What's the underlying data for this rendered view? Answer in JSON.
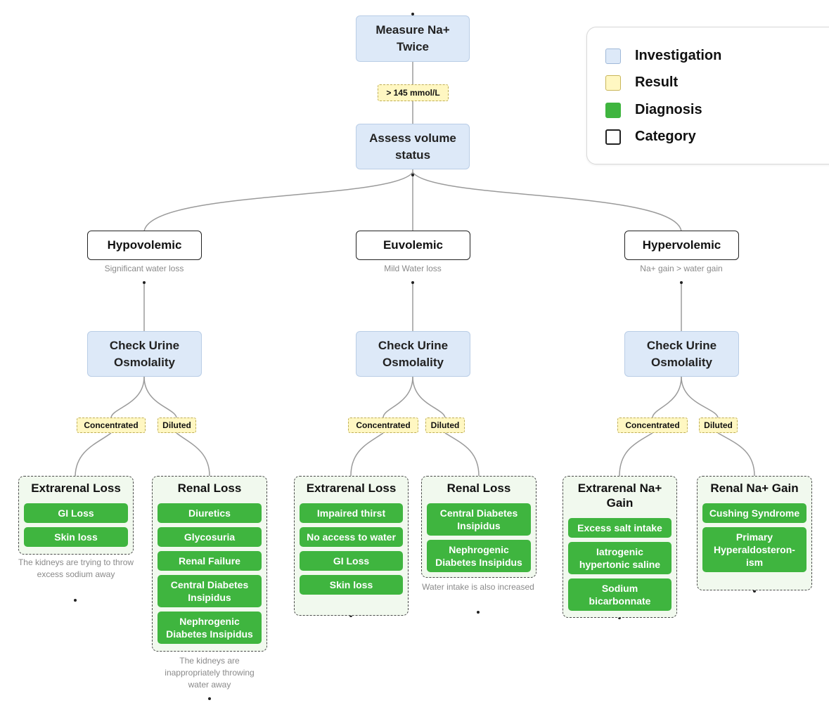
{
  "legend": {
    "items": [
      {
        "label": "Investigation",
        "color": "#dde9f8",
        "border": "#9fb8d8"
      },
      {
        "label": "Result",
        "color": "#fff7c2",
        "border": "#c9b65a"
      },
      {
        "label": "Diagnosis",
        "color": "#3fb53f",
        "border": "#3fb53f"
      },
      {
        "label": "Category",
        "color": "#ffffff",
        "border": "#222222"
      }
    ]
  },
  "root": {
    "label": "Measure Na+ Twice"
  },
  "threshold": {
    "label": "> 145 mmol/L"
  },
  "assess": {
    "label": "Assess volume status"
  },
  "branches": [
    {
      "category": "Hypovolemic",
      "note": "Significant water loss",
      "check": "Check Urine Osmolality",
      "concentrated": "Concentrated",
      "diluted": "Diluted",
      "left_group": {
        "title": "Extrarenal Loss",
        "items": [
          "GI Loss",
          "Skin loss"
        ],
        "note": "The kidneys are trying to throw excess sodium away"
      },
      "right_group": {
        "title": "Renal Loss",
        "items": [
          "Diuretics",
          "Glycosuria",
          "Renal Failure",
          "Central Diabetes Insipidus",
          "Nephrogenic Diabetes Insipidus"
        ],
        "note": "The kidneys are inappropriately throwing water away"
      }
    },
    {
      "category": "Euvolemic",
      "note": "Mild Water loss",
      "check": "Check Urine Osmolality",
      "concentrated": "Concentrated",
      "diluted": "Diluted",
      "left_group": {
        "title": "Extrarenal Loss",
        "items": [
          "Impaired thirst",
          "No access to water",
          "GI Loss",
          "Skin loss"
        ]
      },
      "right_group": {
        "title": "Renal Loss",
        "items": [
          "Central Diabetes Insipidus",
          "Nephrogenic Diabetes Insipidus"
        ],
        "note": "Water intake is also increased"
      }
    },
    {
      "category": "Hypervolemic",
      "note": "Na+ gain > water gain",
      "check": "Check Urine Osmolality",
      "concentrated": "Concentrated",
      "diluted": "Diluted",
      "left_group": {
        "title": "Extrarenal Na+ Gain",
        "items": [
          "Excess salt intake",
          "Iatrogenic hypertonic saline",
          "Sodium bicarbonnate"
        ]
      },
      "right_group": {
        "title": "Renal Na+ Gain",
        "items": [
          "Cushing Syndrome",
          "Primary Hyperaldosteron-ism"
        ]
      }
    }
  ]
}
